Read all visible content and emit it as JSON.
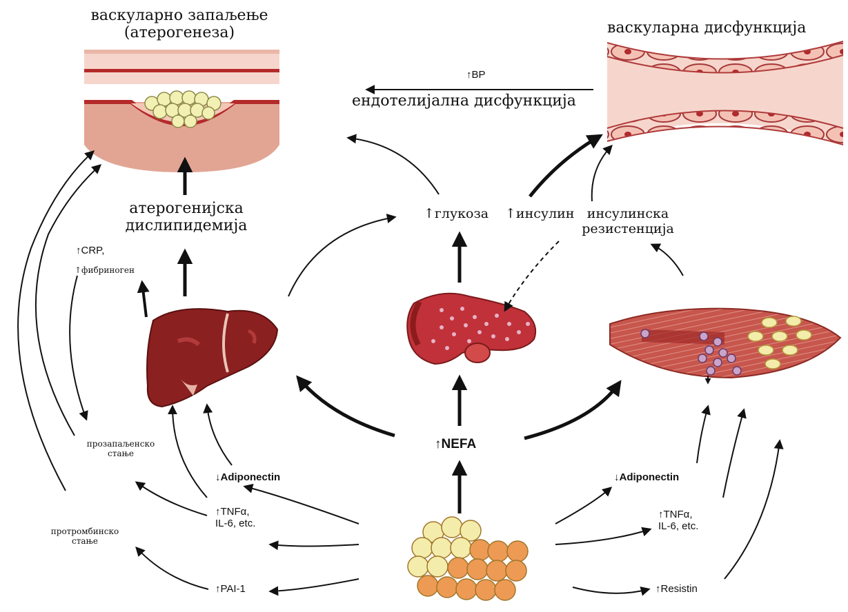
{
  "labels": {
    "vascular_inflammation_1": "васкуларно запаљење",
    "vascular_inflammation_2": "(атерогенеза)",
    "vascular_dysfunction": "васкуларна дисфункција",
    "bp": "↑BP",
    "endothelial_dysfunction": "ендотелијална дисфункција",
    "atherogenic_1": "атерогенијска",
    "atherogenic_2": "дислипидемија",
    "crp": "↑CRP,",
    "fibrinogen": "↑фибриноген",
    "glucose": "↑глукоза",
    "insulin": "↑инсулин",
    "insulin_resistance_1": "инсулинска",
    "insulin_resistance_2": "резистенција",
    "nefa": "↑NEFA",
    "proinflammatory_1": "прозапаљенско",
    "proinflammatory_2": "стање",
    "prothrombotic_1": "протромбинско",
    "prothrombotic_2": "стање",
    "adiponectin_left": "↓Adiponectin",
    "adiponectin_right": "↓Adiponectin",
    "tnf_left_1": "↑TNFα,",
    "tnf_left_2": "IL-6, etc.",
    "tnf_right_1": "↑TNFα,",
    "tnf_right_2": "IL-6, etc.",
    "pai1": "↑PAI-1",
    "resistin": "↑Resistin"
  },
  "colors": {
    "vessel_wall": "#b42a2a",
    "vessel_pink": "#f6d6cc",
    "plaque": "#f3f0b4",
    "liver": "#8b2020",
    "pancreas": "#c0313a",
    "muscle": "#c4524a",
    "fat_yellow": "#f4ecab",
    "fat_orange": "#ed9a55",
    "arrow": "#111111"
  }
}
